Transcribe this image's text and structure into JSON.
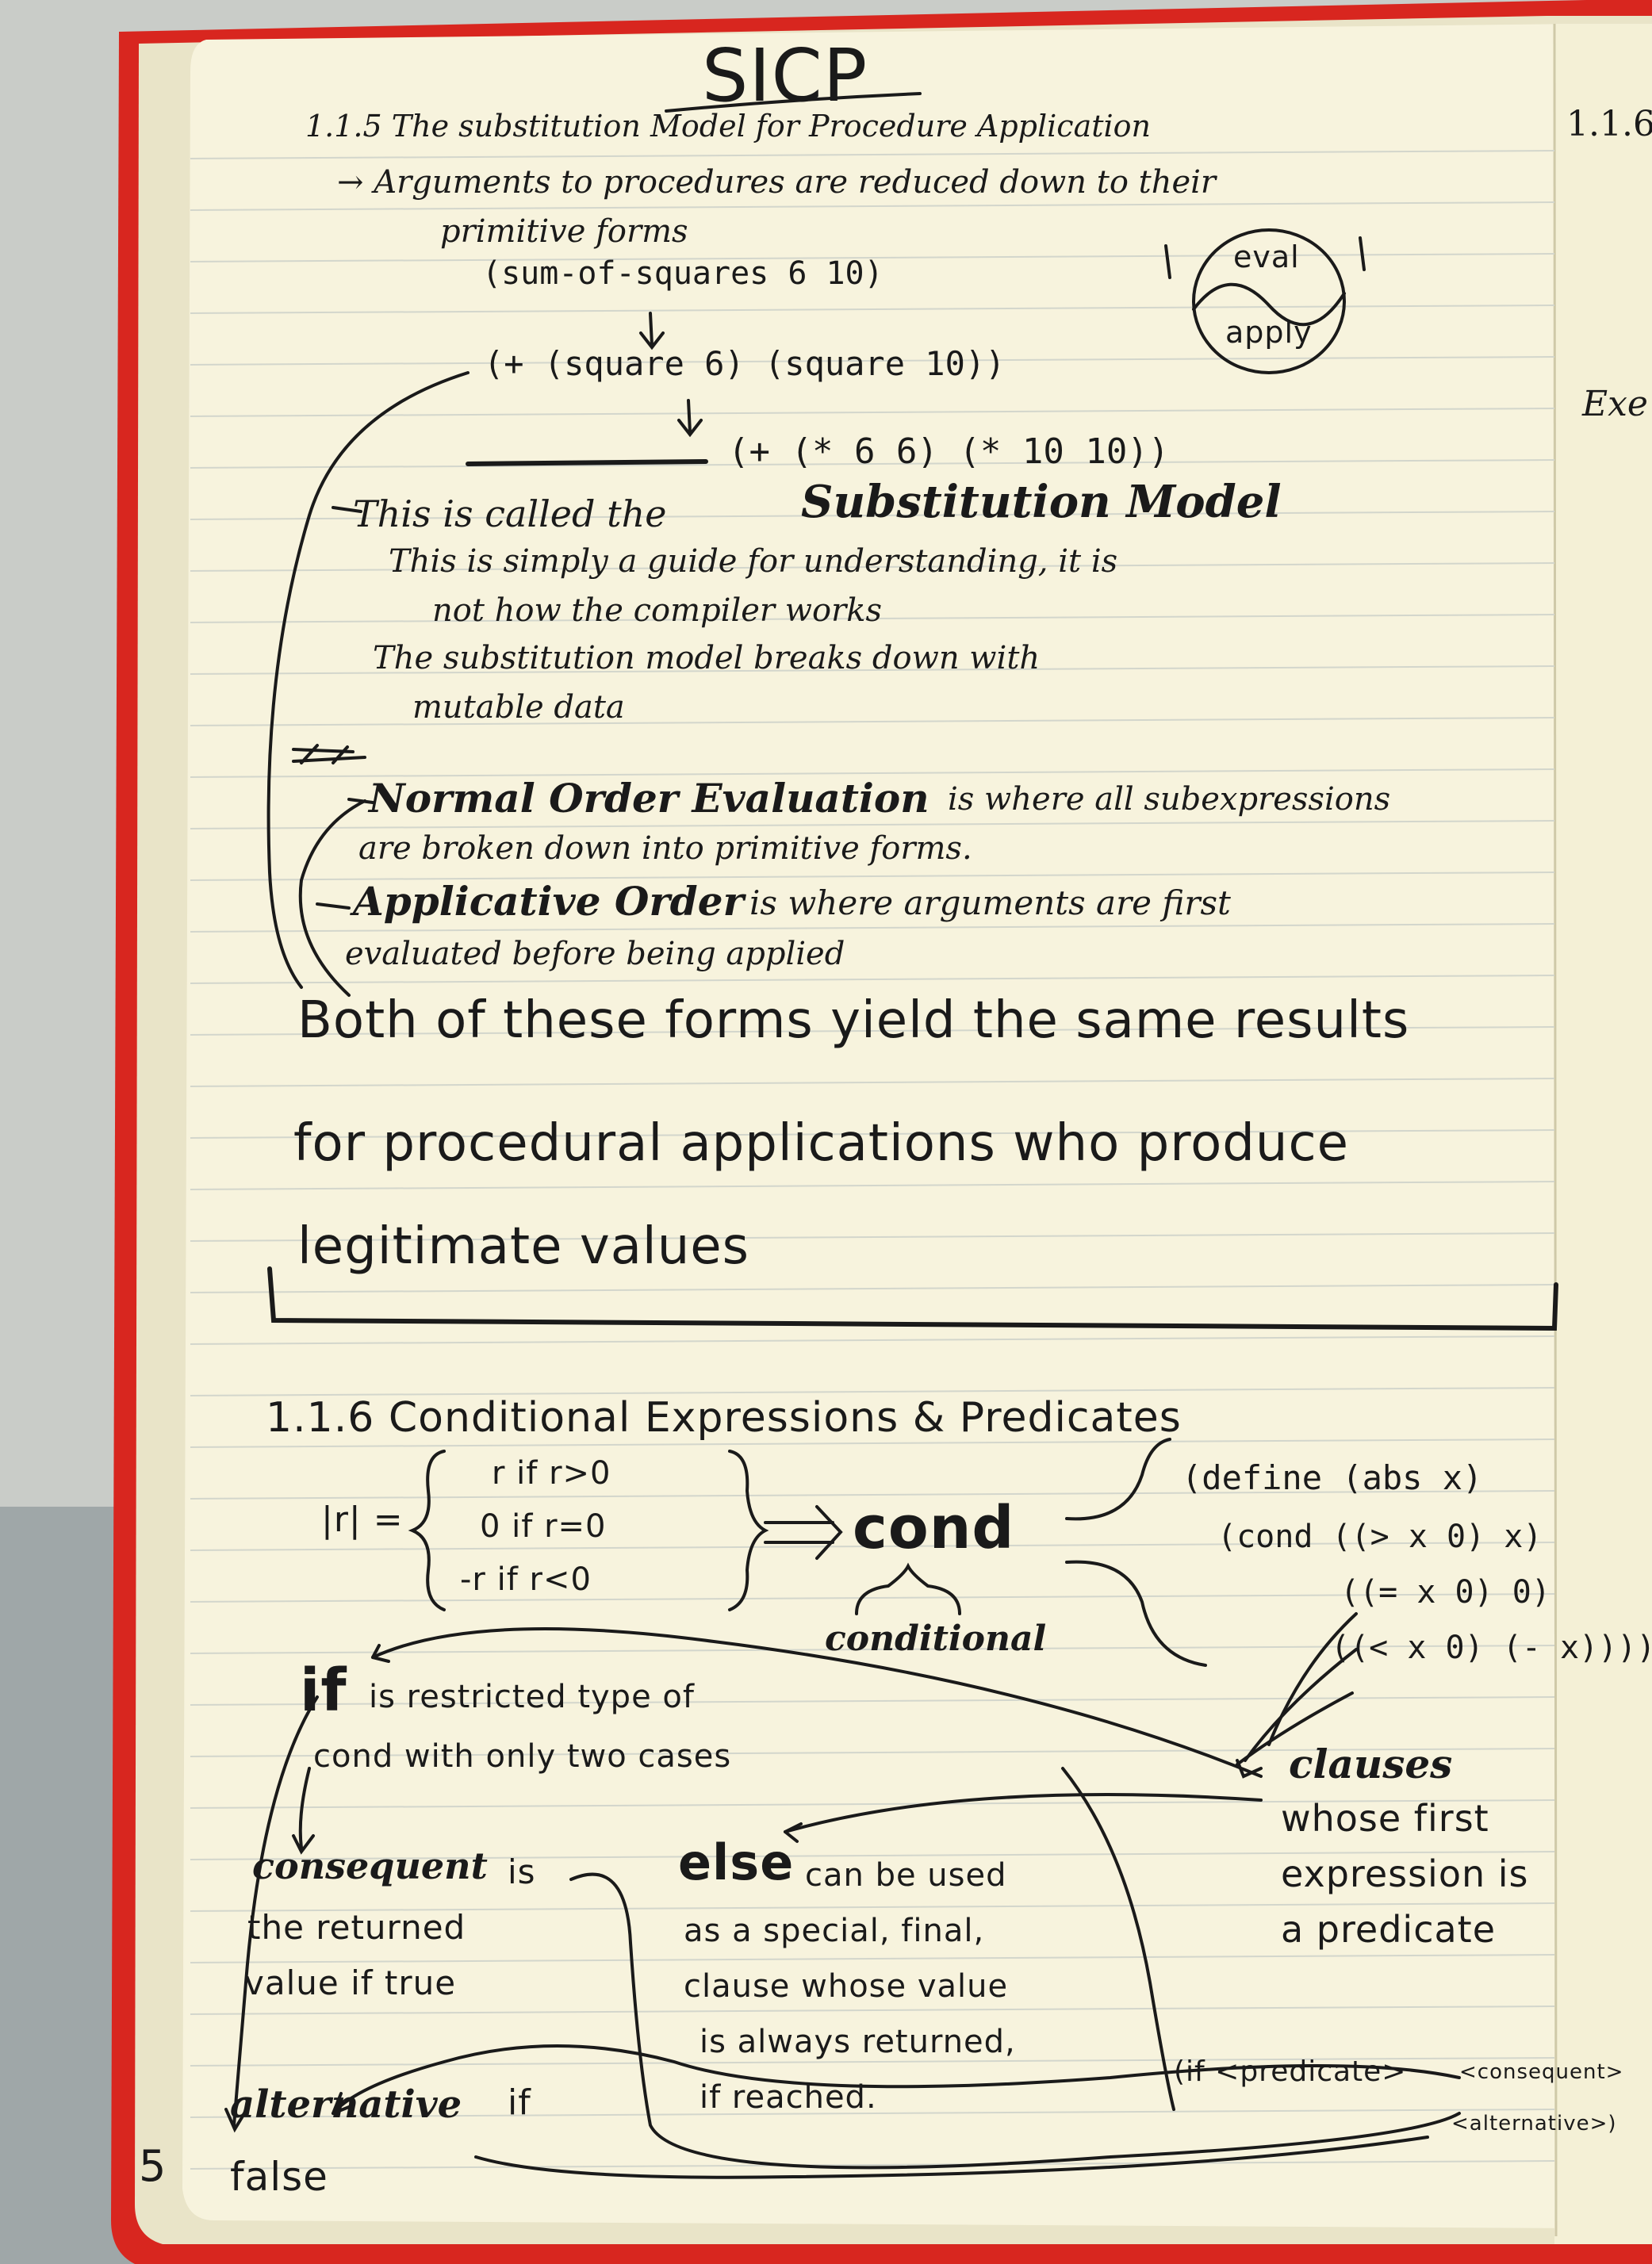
{
  "notebook": {
    "title": "SICP",
    "page_number": "5",
    "right_page": {
      "header": "1.1.6",
      "note": "Exe"
    }
  },
  "section_115": {
    "heading": "1.1.5 The substitution Model for Procedure Application",
    "line1": "→ Arguments to procedures are reduced down to their",
    "line2": "primitive forms",
    "expr1": "(sum-of-squares 6 10)",
    "expr2": "(+ (square 6) (square 10))",
    "expr3": "(+ (* 6 6) (* 10 10))",
    "badge_top": "eval",
    "badge_bottom": "apply",
    "model_prefix": "This is called the",
    "model_name": "Substitution Model",
    "note1a": "This is simply a guide for understanding, it is",
    "note1b": "not how the compiler works",
    "note2a": "The substitution model breaks down with",
    "note2b": "mutable data",
    "normal_name": "Normal Order Evaluation",
    "normal_rest": "is where all subexpressions",
    "normal_line2": "are broken down into primitive forms.",
    "applicative_name": "Applicative Order",
    "applicative_rest": "is where arguments are first",
    "applicative_line2": "evaluated before being applied",
    "summary1": "Both of these forms yield the same results",
    "summary2": "for procedural applications who produce",
    "summary3": "legitimate values"
  },
  "section_116": {
    "heading": "1.1.6 Conditional Expressions & Predicates",
    "abs_lhs": "|r| =",
    "case1": "r if r>0",
    "case2": "0 if r=0",
    "case3": "-r if r<0",
    "cond": "cond",
    "conditional": "conditional",
    "code1": "(define (abs x)",
    "code2": "(cond ((> x 0) x)",
    "code3": "((= x 0) 0)",
    "code4": "((< x 0) (- x))))",
    "clauses": "clauses",
    "clauses_desc1": "whose first",
    "clauses_desc2": "expression is",
    "clauses_desc3": "a predicate",
    "if_word": "if",
    "if_desc1": "is restricted type of",
    "if_desc2": "cond with only two cases",
    "consequent": "consequent",
    "consequent_desc1": "is",
    "consequent_desc2": "the returned",
    "consequent_desc3": "value if true",
    "alternative": "alternative",
    "alternative_desc1": "if",
    "alternative_desc2": "false",
    "else_word": "else",
    "else_desc1": "can be used",
    "else_desc2": "as a special, final,",
    "else_desc3": "clause whose value",
    "else_desc4": "is always returned,",
    "else_desc5": "if reached.",
    "if_form": "(if <predicate>",
    "if_form2": "<consequent>",
    "if_form3": "<alternative>)"
  },
  "colors": {
    "cover": "#d8261f",
    "paper": "#f7f3dd",
    "ink": "#1a1a1a",
    "rule": "#d3d6cc"
  }
}
